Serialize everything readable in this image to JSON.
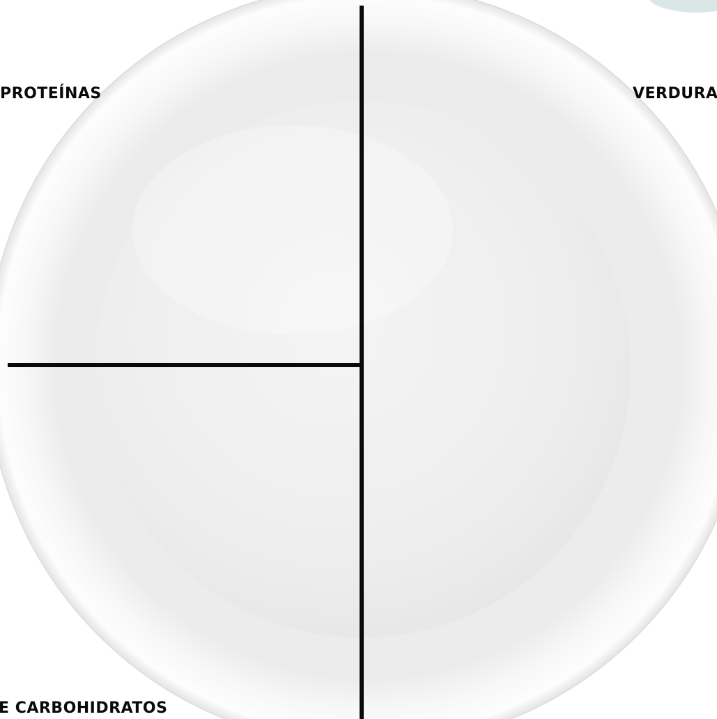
{
  "plate": {
    "sections": [
      {
        "id": "proteins",
        "label": "PROTEÍNAS"
      },
      {
        "id": "vegetables",
        "label": "VERDURAS"
      },
      {
        "id": "carbohydrates",
        "label": "E CARBOHIDRATOS"
      }
    ]
  },
  "colors": {
    "plate_rim": "#fbfbfb",
    "plate_well": "#eeeeee",
    "divider": "#0a0a0a",
    "corner_accent": "#b9d6d4"
  }
}
